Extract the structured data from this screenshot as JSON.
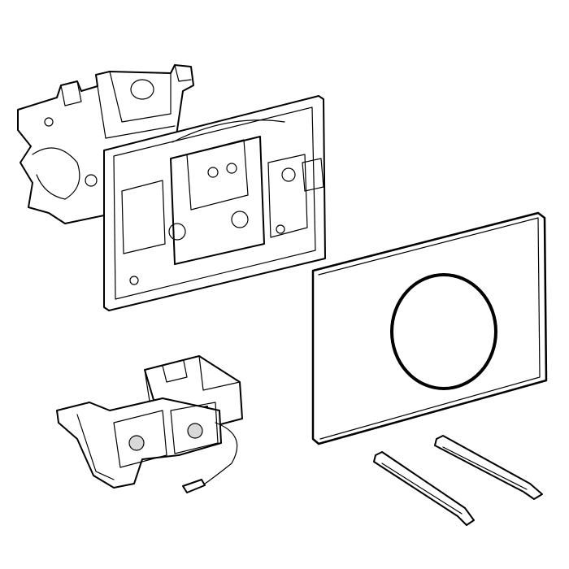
{
  "diagram": {
    "colors": {
      "line": "#000000",
      "background": "#ffffff",
      "shade": "#d9d9d9"
    },
    "parts": [
      "mounting-bracket",
      "mounting-frame",
      "cover-plate",
      "electronic-module",
      "actuator-rod-1",
      "actuator-rod-2"
    ]
  }
}
